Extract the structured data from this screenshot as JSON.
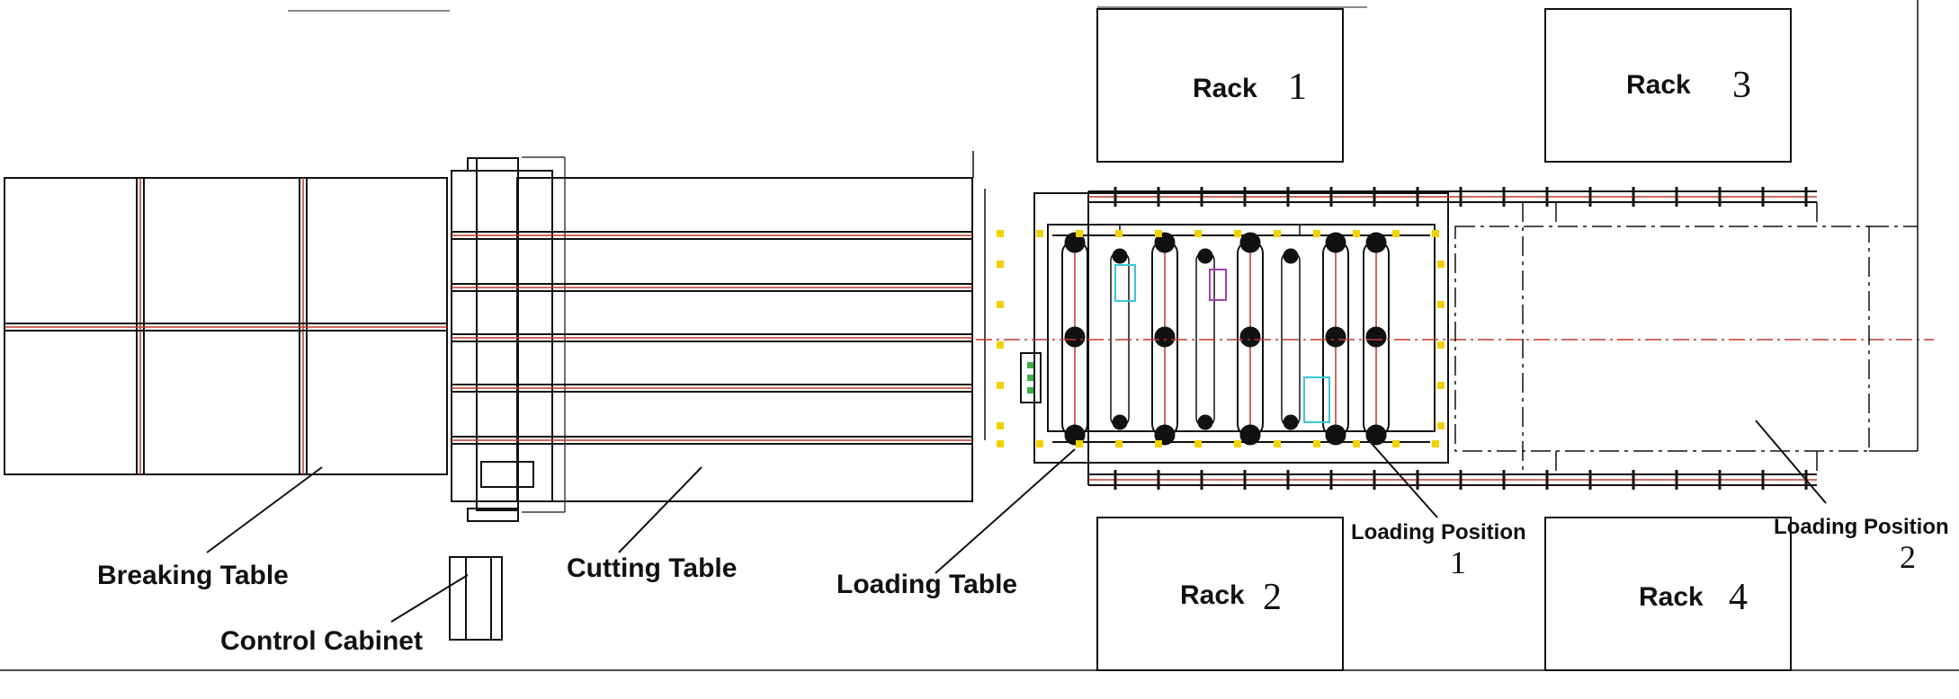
{
  "labels": {
    "breaking_table": "Breaking Table",
    "cutting_table": "Cutting Table",
    "loading_table": "Loading Table",
    "control_cabinet": "Control Cabinet",
    "loading_position_1_text": "Loading Position",
    "loading_position_1_num": "1",
    "loading_position_2_text": "Loading Position",
    "loading_position_2_num": "2"
  },
  "racks": [
    {
      "text": "Rack",
      "num": "1"
    },
    {
      "text": "Rack",
      "num": "2"
    },
    {
      "text": "Rack",
      "num": "3"
    },
    {
      "text": "Rack",
      "num": "4"
    }
  ],
  "colors": {
    "line": "#111111",
    "accent_red": "#c0392b",
    "accent_yellow": "#f1d100",
    "accent_green": "#3fae49",
    "accent_cyan": "#3cc6d8",
    "accent_purple": "#a23fb0"
  }
}
